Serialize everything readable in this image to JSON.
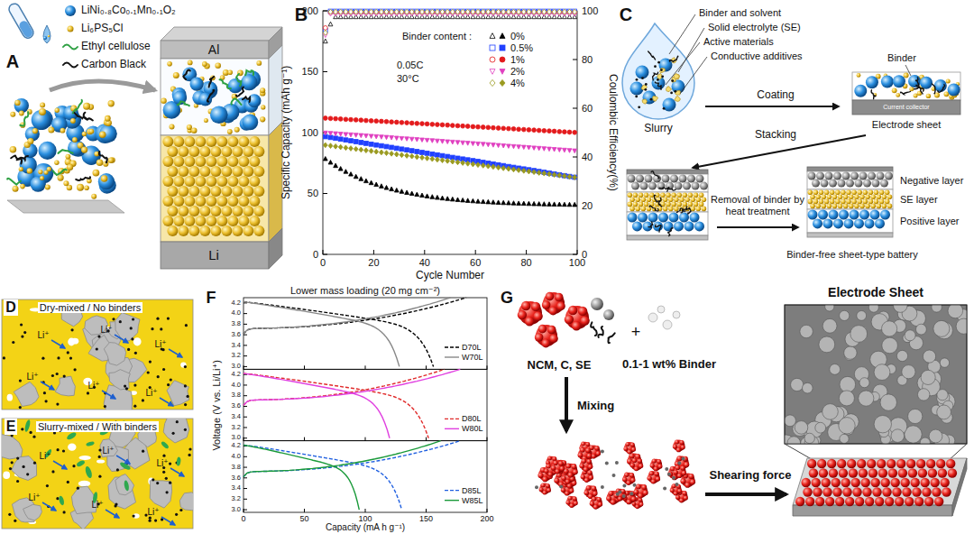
{
  "diagram": {
    "labels": [
      "A",
      "LiNi₀.₈Co₀.₁Mn₀.₁O₂",
      "Li₆PS₅Cl",
      "Ethyl cellulose",
      "Carbon Black",
      "Al",
      "Li",
      "B",
      "Specific Capacity (mAh g⁻¹)",
      "0",
      "50",
      "100",
      "150",
      "200",
      "0",
      "20",
      "40",
      "60",
      "80",
      "100",
      "Cycle Number",
      "Coulombic Efficiency(%)",
      "0",
      "20",
      "40",
      "60",
      "80",
      "100",
      "Binder content :",
      "0.05C",
      "30°C",
      "C",
      "Binder and solvent",
      "Solid electrolyte (SE)",
      "Active materials",
      "Conductive additives",
      "Slurry",
      "Coating",
      "Binder",
      "Electrode sheet",
      "Current collector",
      "Stacking",
      "Removal of binder by heat treatment",
      "Negative layer",
      "SE layer",
      "Positive layer",
      "Binder-free sheet-type battery",
      "D",
      "Dry-mixed / No binders",
      "Li⁺",
      "Li⁺",
      "Li⁺",
      "Li⁺",
      "Li⁺",
      "Li⁺",
      "E",
      "Slurry-mixed / With binders",
      "Li⁺",
      "Li⁺",
      "Li⁺",
      "Li⁺",
      "Li⁺",
      "Li⁺",
      "F",
      "Lower mass loading (20 mg cm⁻²)",
      "Voltage (V vs. Li/Li⁺)",
      "4.2",
      "4.0",
      "3.8",
      "3.6",
      "3.4",
      "3.2",
      "3.0",
      "4.2",
      "4.0",
      "3.8",
      "3.6",
      "3.4",
      "3.2",
      "3.0",
      "4.2",
      "4.0",
      "3.8",
      "3.6",
      "3.4",
      "3.2",
      "3.0",
      "0",
      "50",
      "100",
      "150",
      "200",
      "Capacity (mA h g⁻¹)",
      "G",
      "NCM, C, SE",
      "+",
      "0.1-1 wt% Binder",
      "Mixing",
      "Shearing force",
      "Electrode Sheet"
    ],
    "legend": [
      {
        "text": "0%"
      },
      {
        "text": "0.5%"
      },
      {
        "text": "1%"
      },
      {
        "text": "2%"
      },
      {
        "text": "4%"
      },
      {
        "text": "D70L"
      },
      {
        "text": "W70L"
      },
      {
        "text": "D80L"
      },
      {
        "text": "W80L"
      },
      {
        "text": "D85L"
      },
      {
        "text": "W85L"
      }
    ]
  }
}
